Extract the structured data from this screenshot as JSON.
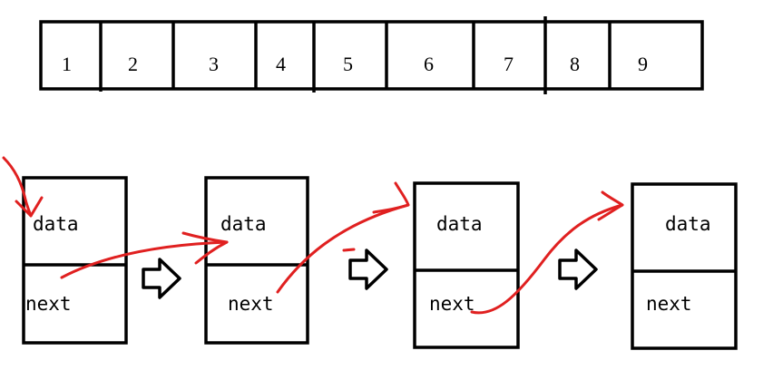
{
  "array": {
    "cells": [
      "1",
      "2",
      "3",
      "4",
      "5",
      "6",
      "7",
      "8",
      "9"
    ]
  },
  "linked_list": {
    "nodes": [
      {
        "data_label": "data",
        "next_label": "next"
      },
      {
        "data_label": "data",
        "next_label": "next"
      },
      {
        "data_label": "data",
        "next_label": "next"
      },
      {
        "data_label": "data",
        "next_label": "next"
      }
    ]
  },
  "colors": {
    "outline": "#000000",
    "pointer_arrow": "#e02020",
    "background": "#ffffff"
  },
  "icons": [
    "hollow-right-arrow-icon",
    "hand-drawn-pointer-arrow-icon"
  ]
}
